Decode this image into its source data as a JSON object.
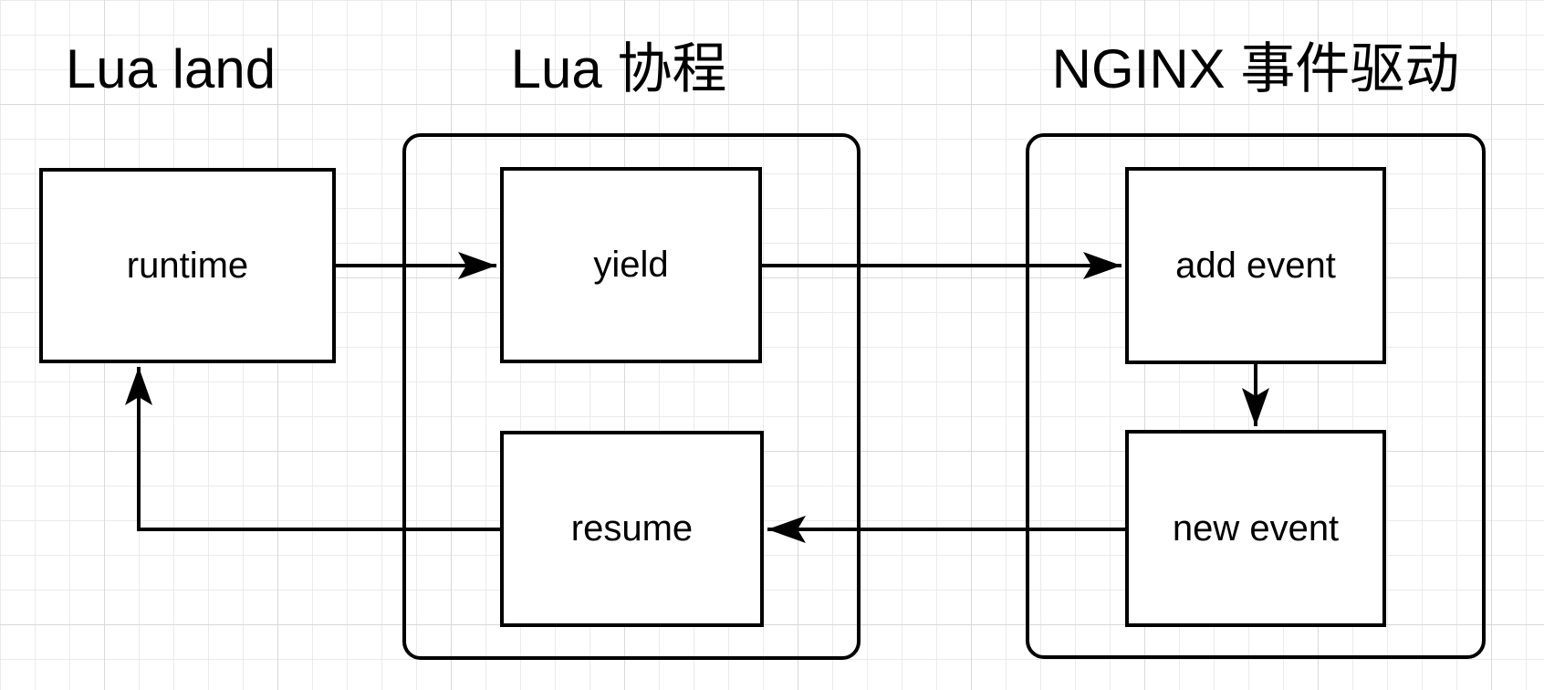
{
  "diagram": {
    "titles": [
      {
        "id": "lua-land",
        "text": "Lua land"
      },
      {
        "id": "lua-coroutine",
        "text": "Lua 协程"
      },
      {
        "id": "nginx-event-driven",
        "text": "NGINX 事件驱动"
      }
    ],
    "nodes": [
      {
        "id": "runtime",
        "label": "runtime",
        "group": "lua-land"
      },
      {
        "id": "yield",
        "label": "yield",
        "group": "lua-coroutine"
      },
      {
        "id": "resume",
        "label": "resume",
        "group": "lua-coroutine"
      },
      {
        "id": "add-event",
        "label": "add event",
        "group": "nginx-event-driven"
      },
      {
        "id": "new-event",
        "label": "new event",
        "group": "nginx-event-driven"
      }
    ],
    "edges": [
      {
        "from": "runtime",
        "to": "yield"
      },
      {
        "from": "yield",
        "to": "add-event"
      },
      {
        "from": "add-event",
        "to": "new-event"
      },
      {
        "from": "new-event",
        "to": "resume"
      },
      {
        "from": "resume",
        "to": "runtime"
      }
    ],
    "colors": {
      "stroke": "#000000",
      "node_fill": "#ffffff",
      "background": "#ffffff",
      "grid_minor": "#ebebeb",
      "grid_major": "#d9d9d9"
    }
  }
}
